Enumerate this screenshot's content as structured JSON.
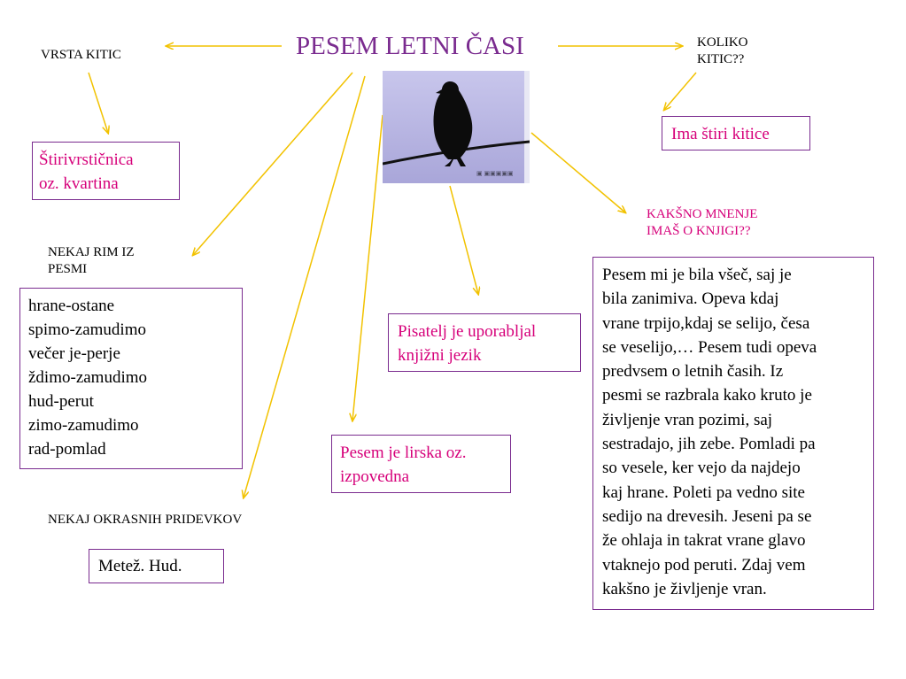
{
  "title": "PESEM LETNI ČASI",
  "labels": {
    "vrsta_kitic": "VRSTA  KITIC",
    "koliko_kitic": [
      "KOLIKO",
      "KITIC??"
    ],
    "nekaj_rim": [
      "NEKAJ RIM IZ",
      "PESMI"
    ],
    "okrasni_pridevki": "NEKAJ OKRASNIH PRIDEVKOV",
    "mnenje": [
      "KAKŠNO MNENJE",
      "IMAŠ O KNJIGI??"
    ]
  },
  "boxes": {
    "kitice_count": "Ima štiri kitice",
    "stirivrsticnica": [
      "Štirivrstičnica",
      "oz. kvartina"
    ],
    "rime": [
      "hrane-ostane",
      "spimo-zamudimo",
      "večer je-perje",
      "ždimo-zamudimo",
      "hud-perut",
      "zimo-zamudimo",
      "rad-pomlad"
    ],
    "jezik": [
      "Pisatelj je uporabljal",
      "knjižni jezik"
    ],
    "vrsta_pesmi": [
      "Pesem je lirska oz.",
      "izpovedna"
    ],
    "pridevki": "Metež. Hud.",
    "mnenje_text": [
      "Pesem mi je bila všeč, saj je",
      "bila  zanimiva. Opeva kdaj",
      "vrane trpijo,kdaj se selijo, česa",
      "se veselijo,… Pesem tudi opeva",
      "predvsem o letnih časih. Iz",
      "pesmi se razbrala kako kruto je",
      "življenje vran pozimi, saj",
      "sestradajo, jih zebe. Pomladi pa",
      "so vesele, ker vejo da najdejo",
      "kaj hrane. Poleti pa vedno site",
      "sedijo na drevesih. Jeseni pa se",
      "že ohlaja in takrat vrane glavo",
      "vtaknejo pod peruti. Zdaj vem",
      "kakšno je življenje vran."
    ]
  },
  "image": {
    "subject": "crow-on-wire"
  },
  "colors": {
    "title": "#7a2b8f",
    "pink": "#d6007a",
    "arrow": "#f2c200",
    "border": "#7a2b8f"
  }
}
